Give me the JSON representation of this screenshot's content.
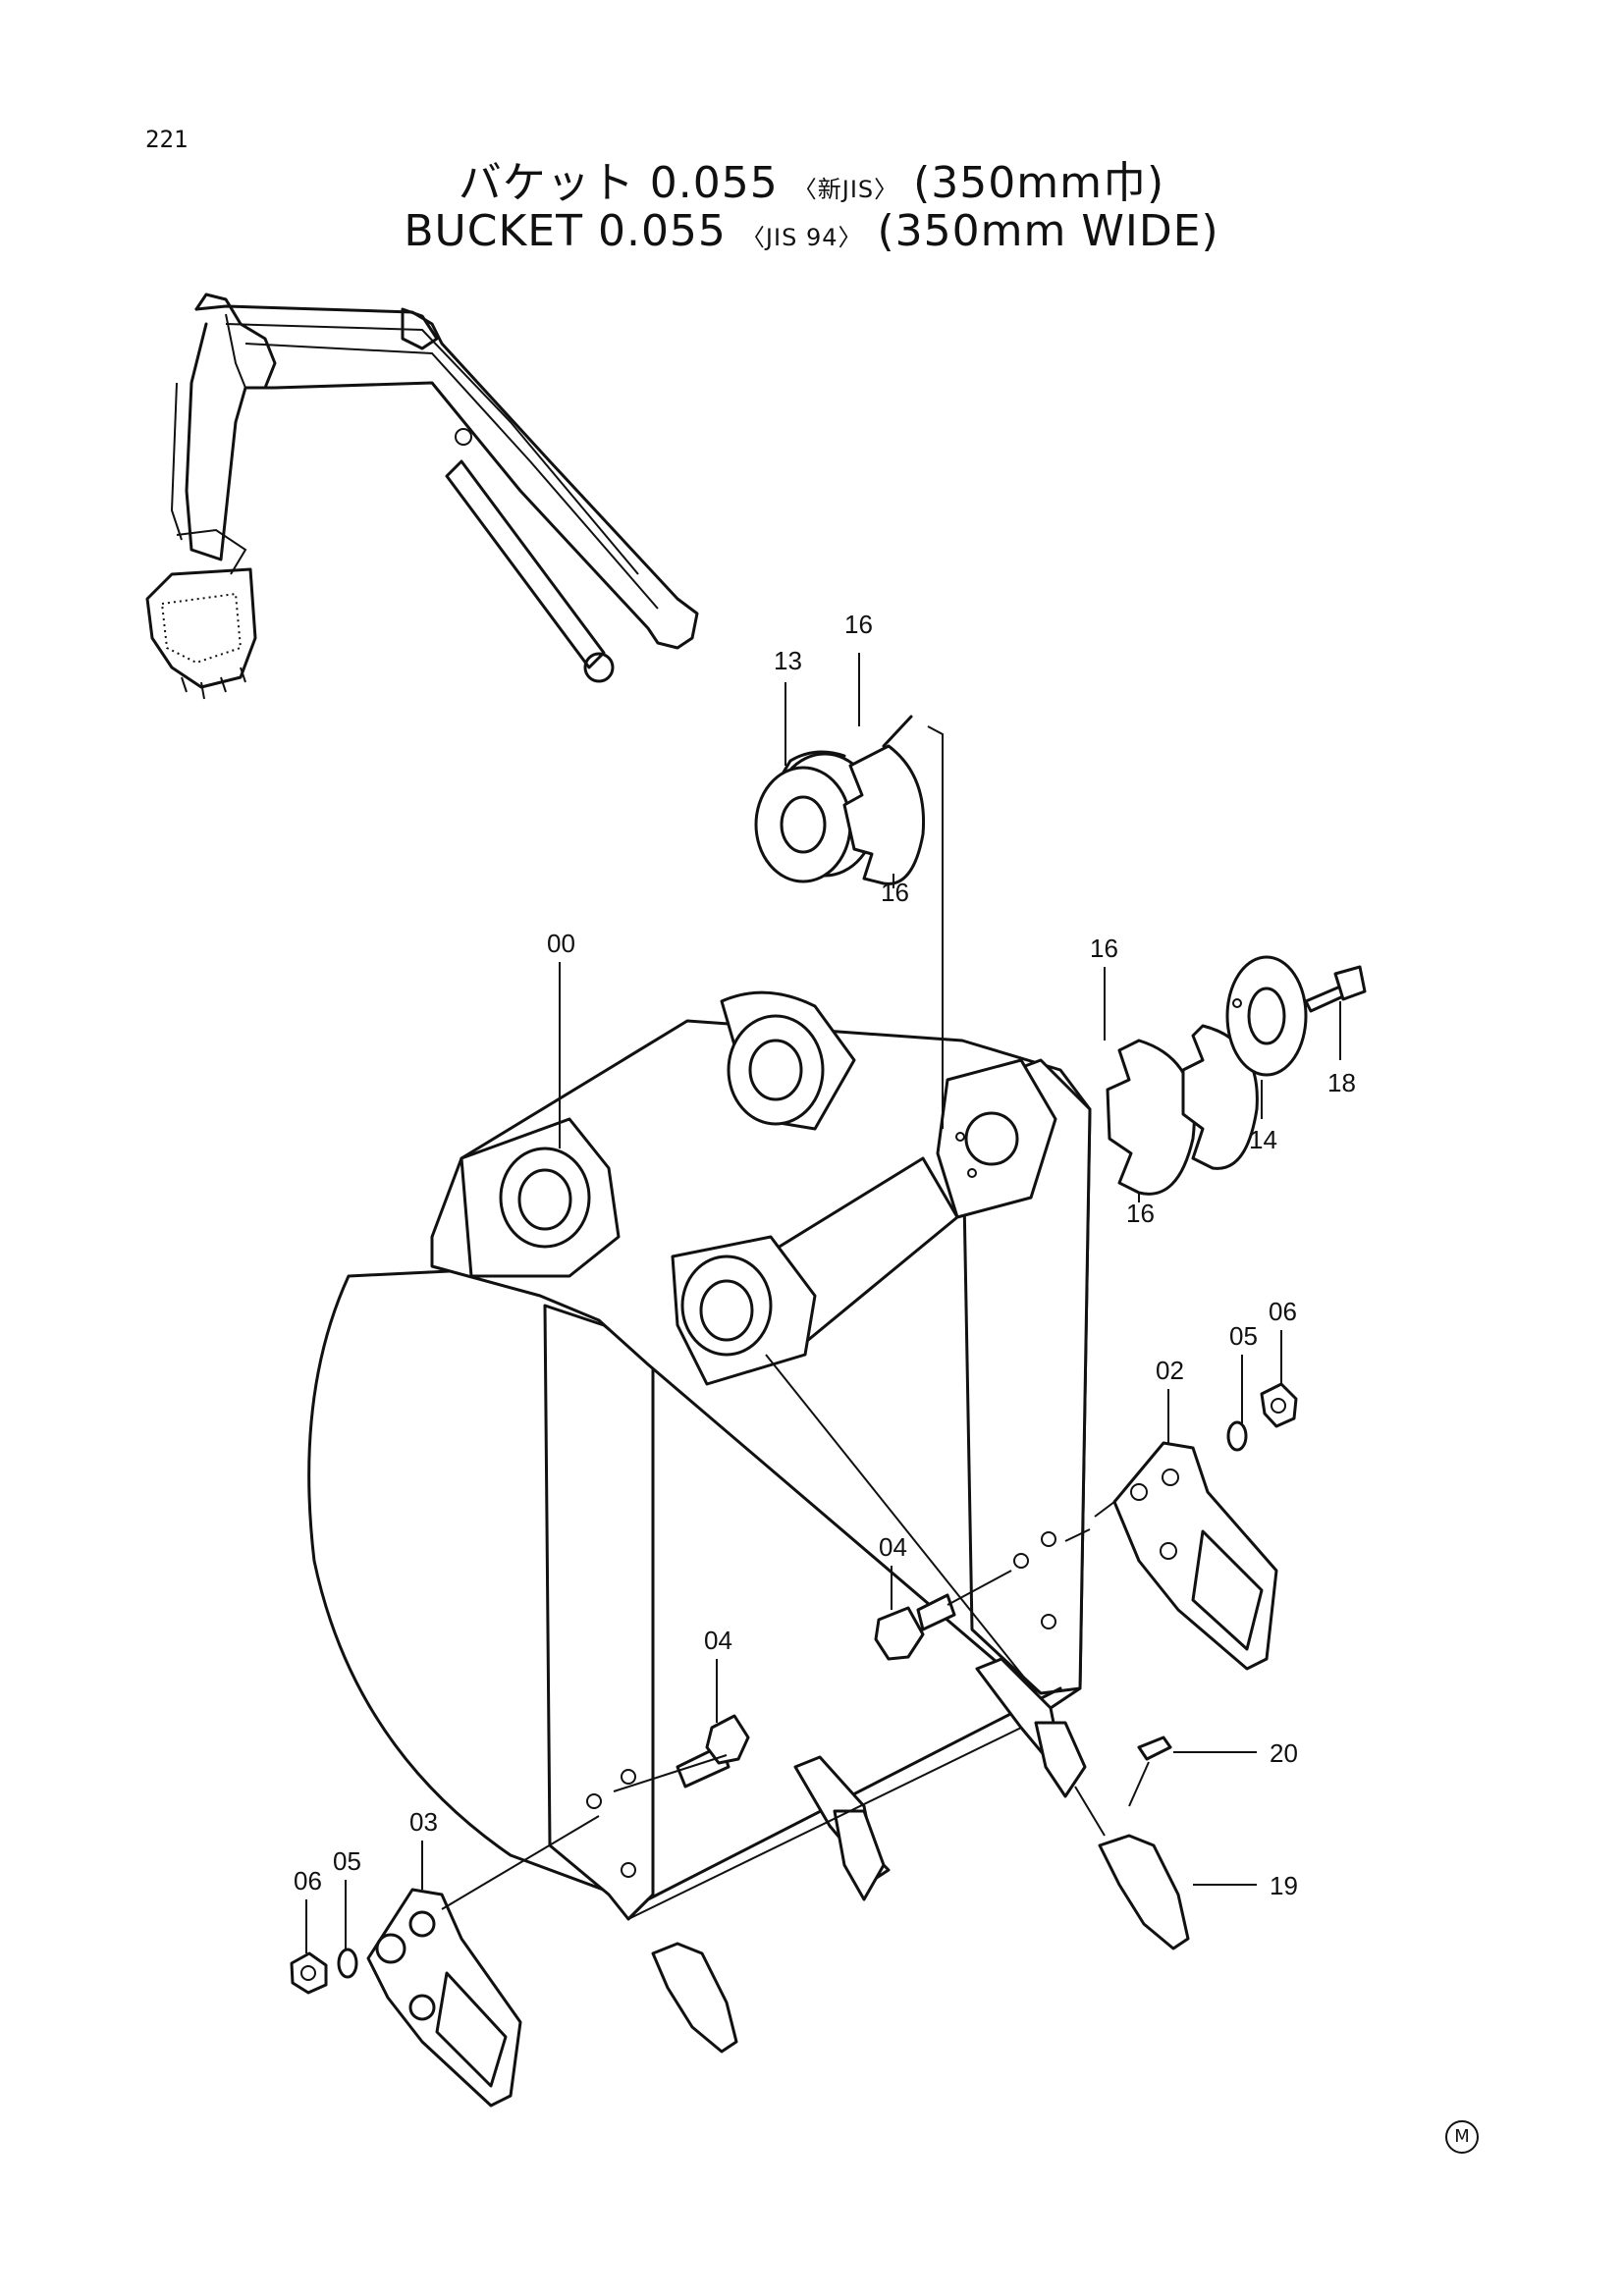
{
  "page_number": "221",
  "title_jp": {
    "main": "バケット 0.055",
    "std": "〈新JIS〉",
    "width": "(350mm巾)"
  },
  "title_en": {
    "main": "BUCKET 0.055",
    "std": "〈JIS 94〉",
    "width": "(350mm WIDE)"
  },
  "callouts": {
    "c00": "00",
    "c02": "02",
    "c03": "03",
    "c04a": "04",
    "c04b": "04",
    "c05a": "05",
    "c05b": "05",
    "c06a": "06",
    "c06b": "06",
    "c13": "13",
    "c14": "14",
    "c16a": "16",
    "c16b": "16",
    "c16c": "16",
    "c16d": "16",
    "c18": "18",
    "c19": "19",
    "c20": "20"
  },
  "corner_mark": "M"
}
